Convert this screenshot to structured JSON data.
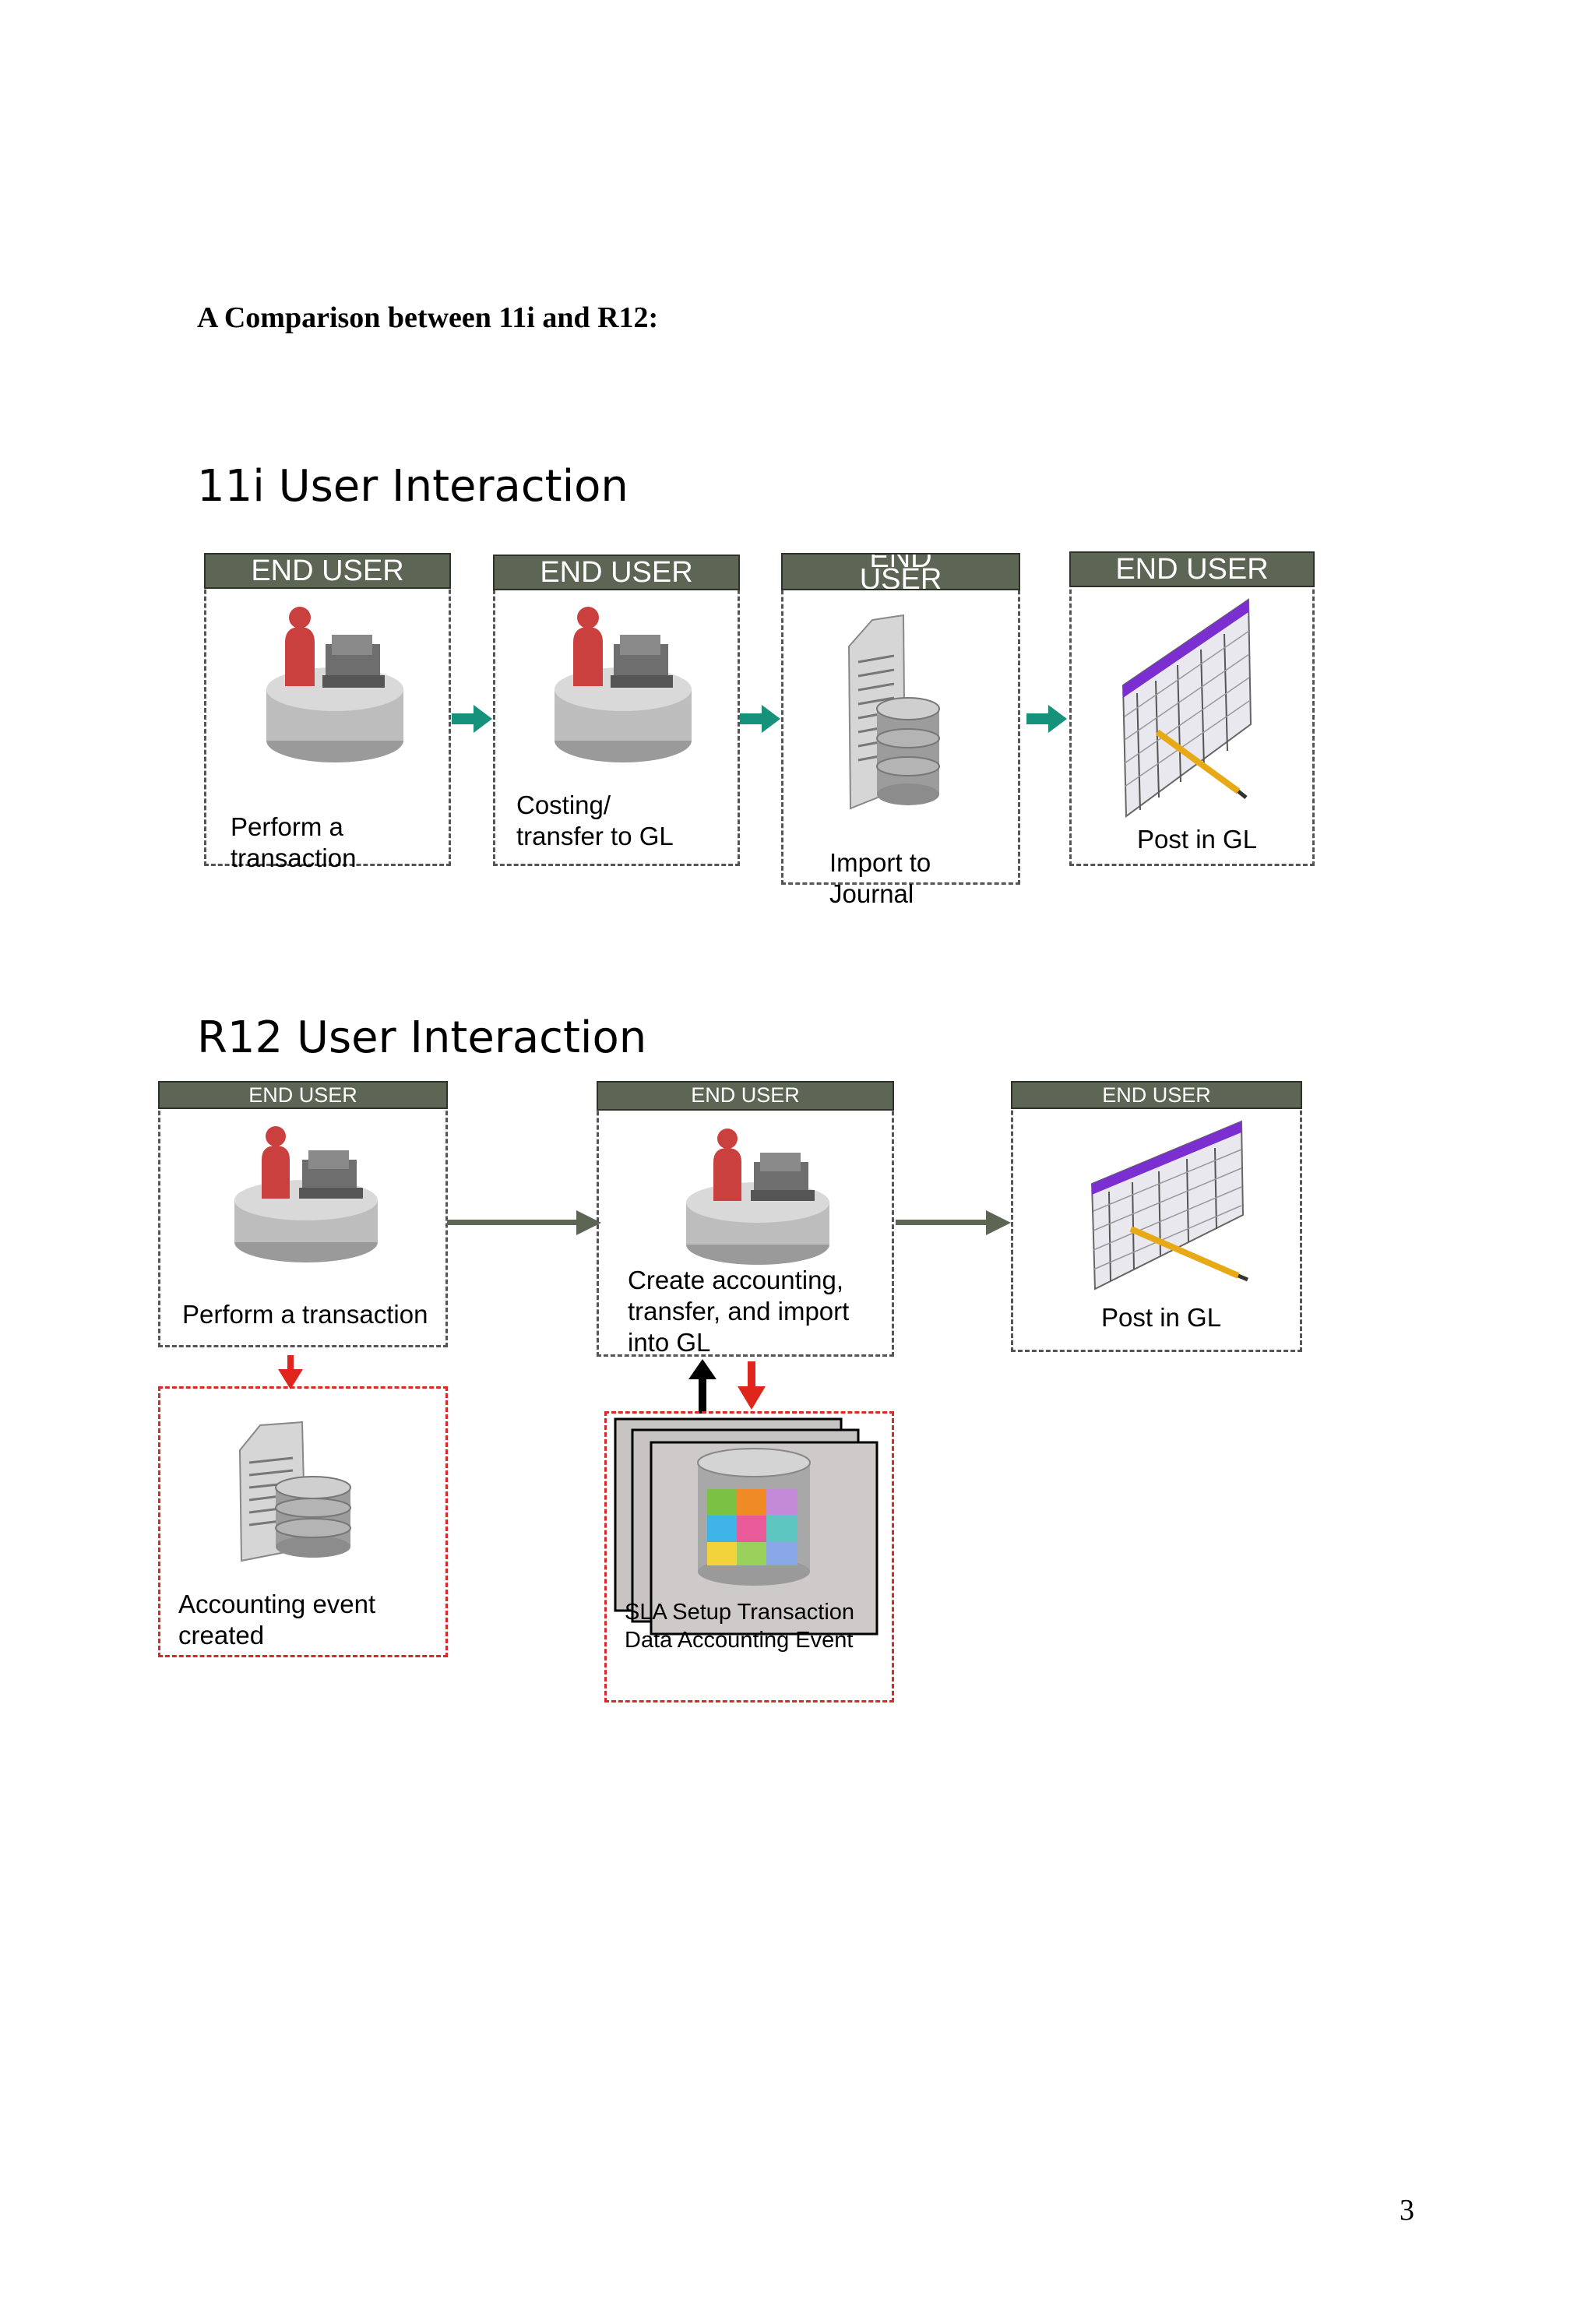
{
  "page": {
    "heading": "A Comparison between 11i and R12:",
    "page_number": "3"
  },
  "section_11i": {
    "title": "11i User Interaction",
    "steps": [
      {
        "header": "END USER",
        "caption_lines": [
          "Perform a",
          "transaction"
        ]
      },
      {
        "header": "END USER",
        "caption_lines": [
          "Costing/",
          "transfer to GL"
        ]
      },
      {
        "header_lines": [
          "END",
          "USER"
        ],
        "caption_lines": [
          "Import to",
          "Journal"
        ]
      },
      {
        "header": "END USER",
        "caption_lines": [
          "Post in GL"
        ]
      }
    ]
  },
  "section_r12": {
    "title": "R12 User Interaction",
    "steps": [
      {
        "header": "END USER",
        "caption_lines": [
          "Perform a transaction"
        ]
      },
      {
        "header": "END USER",
        "caption_lines": [
          "Create accounting,",
          "transfer, and import",
          "into GL"
        ]
      },
      {
        "header": "END USER",
        "caption_lines": [
          "Post in GL"
        ]
      }
    ],
    "sub_boxes": [
      {
        "caption_lines": [
          "Accounting event",
          "created"
        ]
      },
      {
        "caption_lines": [
          "SLA Setup Transaction",
          "Data Accounting Event"
        ]
      }
    ]
  },
  "colors": {
    "header_bg": "#5d6655",
    "flow_arrow_11i": "#16917c",
    "flow_arrow_r12": "#5d6655",
    "event_arrow": "#e0261c",
    "dashed_red": "#d62b2b",
    "person": "#c9403f",
    "sheet_band": "#7b2fd0"
  }
}
